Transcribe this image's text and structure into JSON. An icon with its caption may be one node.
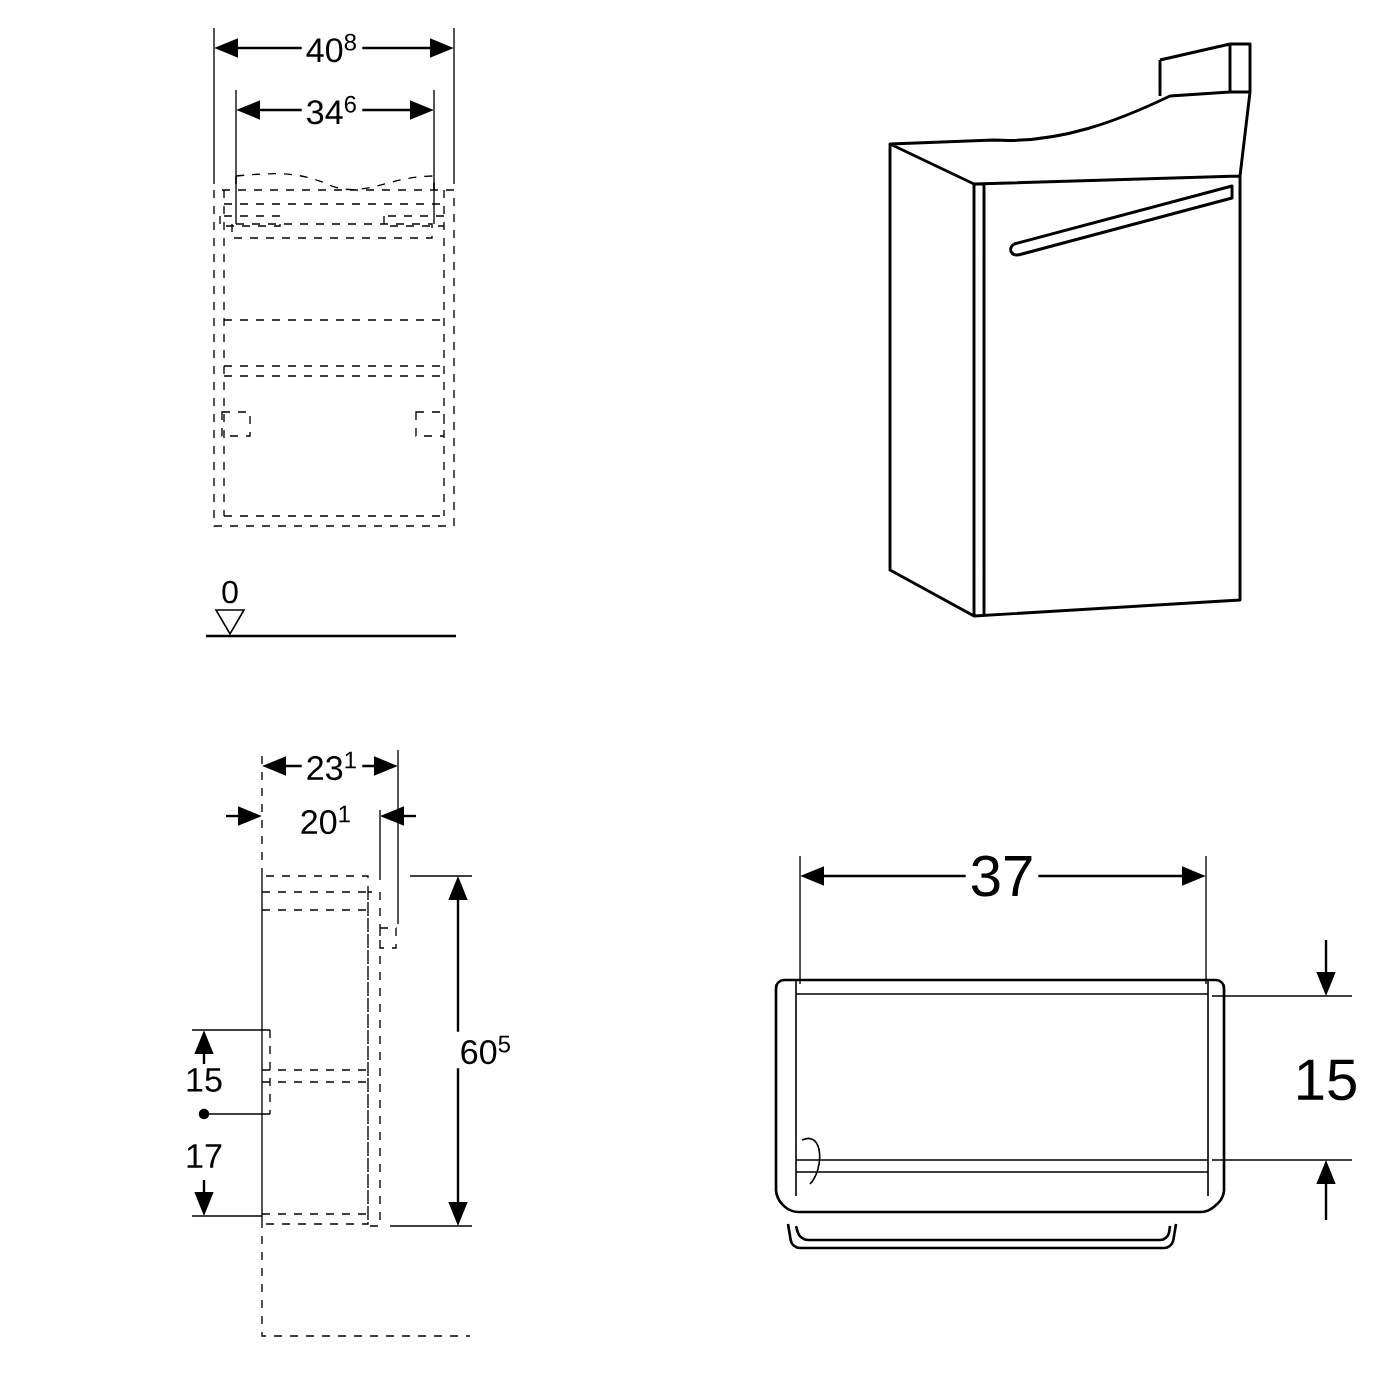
{
  "diagram": {
    "labels": [
      "40$^{8}$",
      "34$^{6}$",
      "0",
      "23$^{1}$",
      "20$^{1}$",
      "15",
      "17",
      "60$^{5}$",
      "37",
      "15"
    ]
  }
}
